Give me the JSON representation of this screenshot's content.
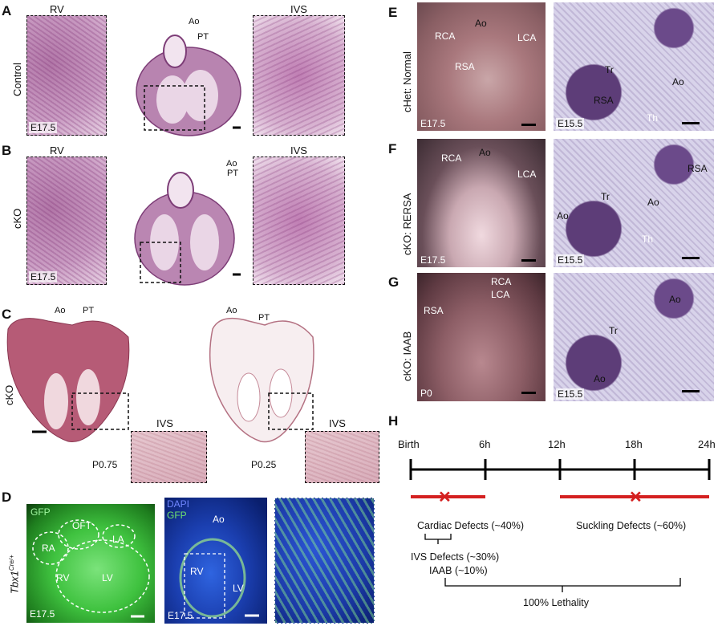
{
  "panels": {
    "A": {
      "letter": "A",
      "left_label": "RV",
      "right_label": "IVS",
      "row_label": "Control",
      "stage": "E17.5",
      "ao": "Ao",
      "pt": "PT"
    },
    "B": {
      "letter": "B",
      "left_label": "RV",
      "right_label": "IVS",
      "row_label": "cKO",
      "stage": "E17.5",
      "ao": "Ao",
      "pt": "PT"
    },
    "C": {
      "letter": "C",
      "row_label": "cKO",
      "ao1": "Ao",
      "pt1": "PT",
      "ao2": "Ao",
      "pt2": "PT",
      "ivs1": "IVS",
      "ivs2": "IVS",
      "age1": "P0.75",
      "age2": "P0.25"
    },
    "D": {
      "letter": "D",
      "gfp": "GFP",
      "genotype": "Tbx1",
      "genotype_sup": "Cre/+",
      "ra": "RA",
      "oft": "OFT",
      "la": "LA",
      "rv": "RV",
      "lv": "LV",
      "stage1": "E17.5",
      "dapi": "DAPI",
      "gfp2": "GFP",
      "ao": "Ao",
      "rv2": "RV",
      "lv2": "LV",
      "stage2": "E17.5"
    },
    "E": {
      "letter": "E",
      "row_label": "cHet: Normal",
      "rca": "RCA",
      "ao": "Ao",
      "lca": "LCA",
      "rsa": "RSA",
      "stage_left": "E17.5",
      "tr": "Tr",
      "ao_right": "Ao",
      "rsa_right": "RSA",
      "th": "Th",
      "stage_right": "E15.5"
    },
    "F": {
      "letter": "F",
      "row_label": "cKO: RERSA",
      "rca": "RCA",
      "ao": "Ao",
      "lca": "LCA",
      "stage_left": "E17.5",
      "rsa_right": "RSA",
      "tr": "Tr",
      "ao_right1": "Ao",
      "ao_right2": "Ao",
      "th": "Th",
      "stage_right": "E15.5"
    },
    "G": {
      "letter": "G",
      "row_label": "cKO: IAAB",
      "rca": "RCA",
      "lca": "LCA",
      "rsa": "RSA",
      "stage_left": "P0",
      "ao_right1": "Ao",
      "tr": "Tr",
      "ao_right2": "Ao",
      "stage_right": "E15.5"
    },
    "H": {
      "letter": "H",
      "timeline_labels": [
        "Birth",
        "6h",
        "12h",
        "18h",
        "24h"
      ],
      "cardiac_defects": "Cardiac Defects (~40%)",
      "suckling_defects": "Suckling Defects (~60%)",
      "ivs_defects": "IVS Defects (~30%)",
      "iaab": "IAAB (~10%)",
      "lethality": "100% Lethality",
      "mark": "✕"
    }
  },
  "colors": {
    "accent_red": "#d42020",
    "gfp_green": "#2bd12b",
    "dapi_blue": "#1d3fc4"
  }
}
